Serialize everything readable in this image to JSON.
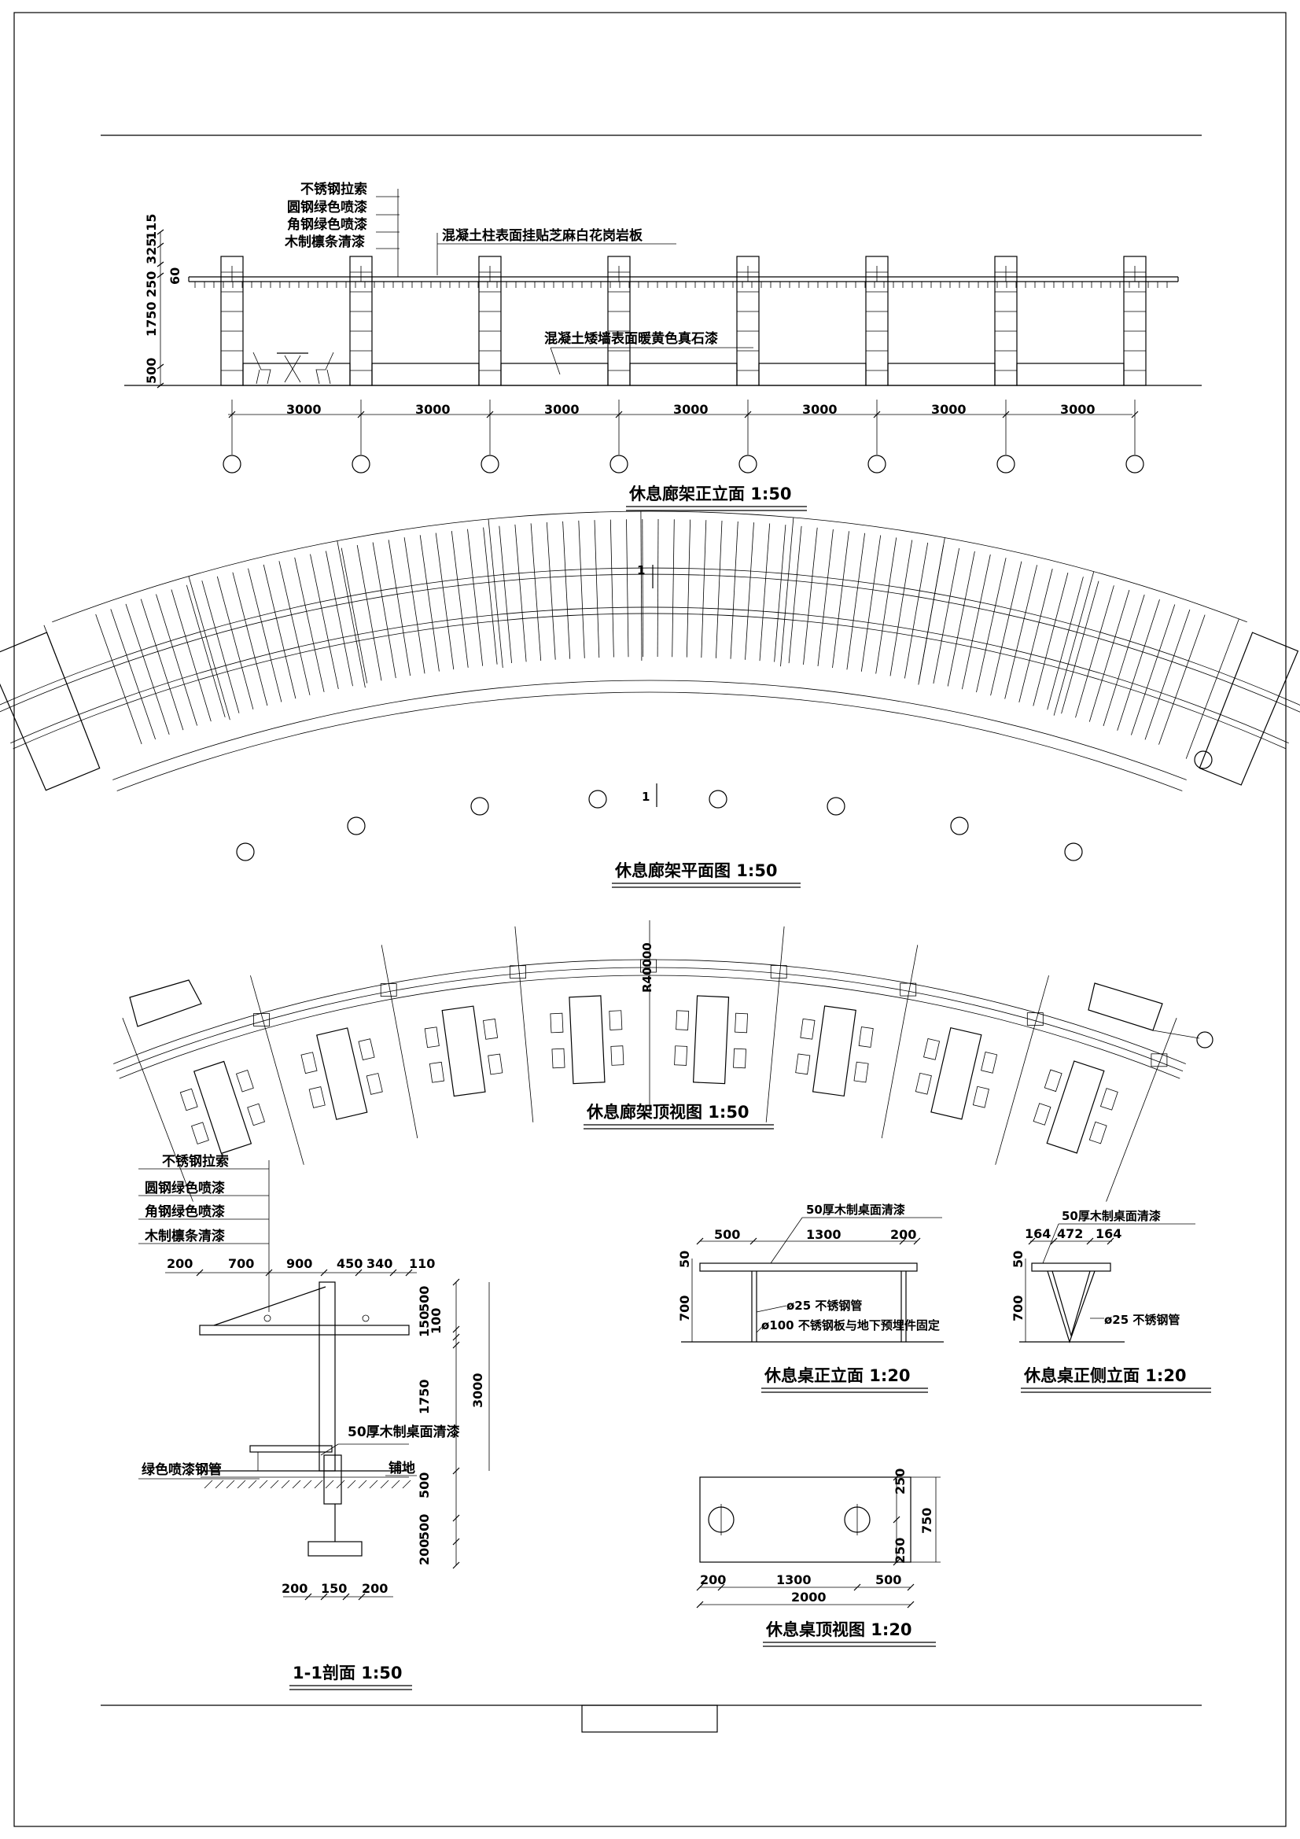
{
  "elevation": {
    "notes": [
      "不锈钢拉索",
      "圆钢绿色喷漆",
      "角钢绿色喷漆",
      "木制檩条清漆"
    ],
    "column_note": "混凝土柱表面挂贴芝麻白花岗岩板",
    "wall_note": "混凝土矮墙表面暖黄色真石漆",
    "vertical_dims": [
      "115",
      "325",
      "250",
      "60",
      "1750",
      "500"
    ],
    "spans": [
      "3000",
      "3000",
      "3000",
      "3000",
      "3000",
      "3000",
      "3000"
    ],
    "title": "休息廊架正立面 1:50"
  },
  "plan": {
    "section_mark_top": "1",
    "section_mark_bottom": "1",
    "title": "休息廊架平面图 1:50"
  },
  "top_view": {
    "radius_label": "R40000",
    "title": "休息廊架顶视图 1:50"
  },
  "section": {
    "notes": [
      "不锈钢拉索",
      "圆钢绿色喷漆",
      "角钢绿色喷漆",
      "木制檩条清漆"
    ],
    "top_dims": [
      "200",
      "700",
      "900",
      "450",
      "340",
      "110"
    ],
    "right_dims": [
      "500",
      "150",
      "100",
      "1750",
      "3000",
      "500",
      "500",
      "200"
    ],
    "bottom_dims": [
      "200",
      "150",
      "200"
    ],
    "table_note": "50厚木制桌面清漆",
    "pipe_note": "绿色喷漆钢管",
    "paving_note": "铺地",
    "title": "1-1剖面 1:50"
  },
  "table_front": {
    "top_note": "50厚木制桌面清漆",
    "dims": [
      "500",
      "1300",
      "200"
    ],
    "height_dims": [
      "50",
      "700"
    ],
    "pipe_note": "ø25 不锈钢管",
    "plate_note": "ø100 不锈钢板与地下预埋件固定",
    "title": "休息桌正立面 1:20"
  },
  "table_side": {
    "top_note": "50厚木制桌面清漆",
    "dims": [
      "164",
      "472",
      "164"
    ],
    "height_dims": [
      "50",
      "700"
    ],
    "pipe_note": "ø25 不锈钢管",
    "title": "休息桌正侧立面 1:20"
  },
  "table_top": {
    "dims_bottom": [
      "200",
      "1300",
      "500"
    ],
    "total": "2000",
    "dims_right": [
      "250",
      "750",
      "250"
    ],
    "title": "休息桌顶视图 1:20"
  }
}
